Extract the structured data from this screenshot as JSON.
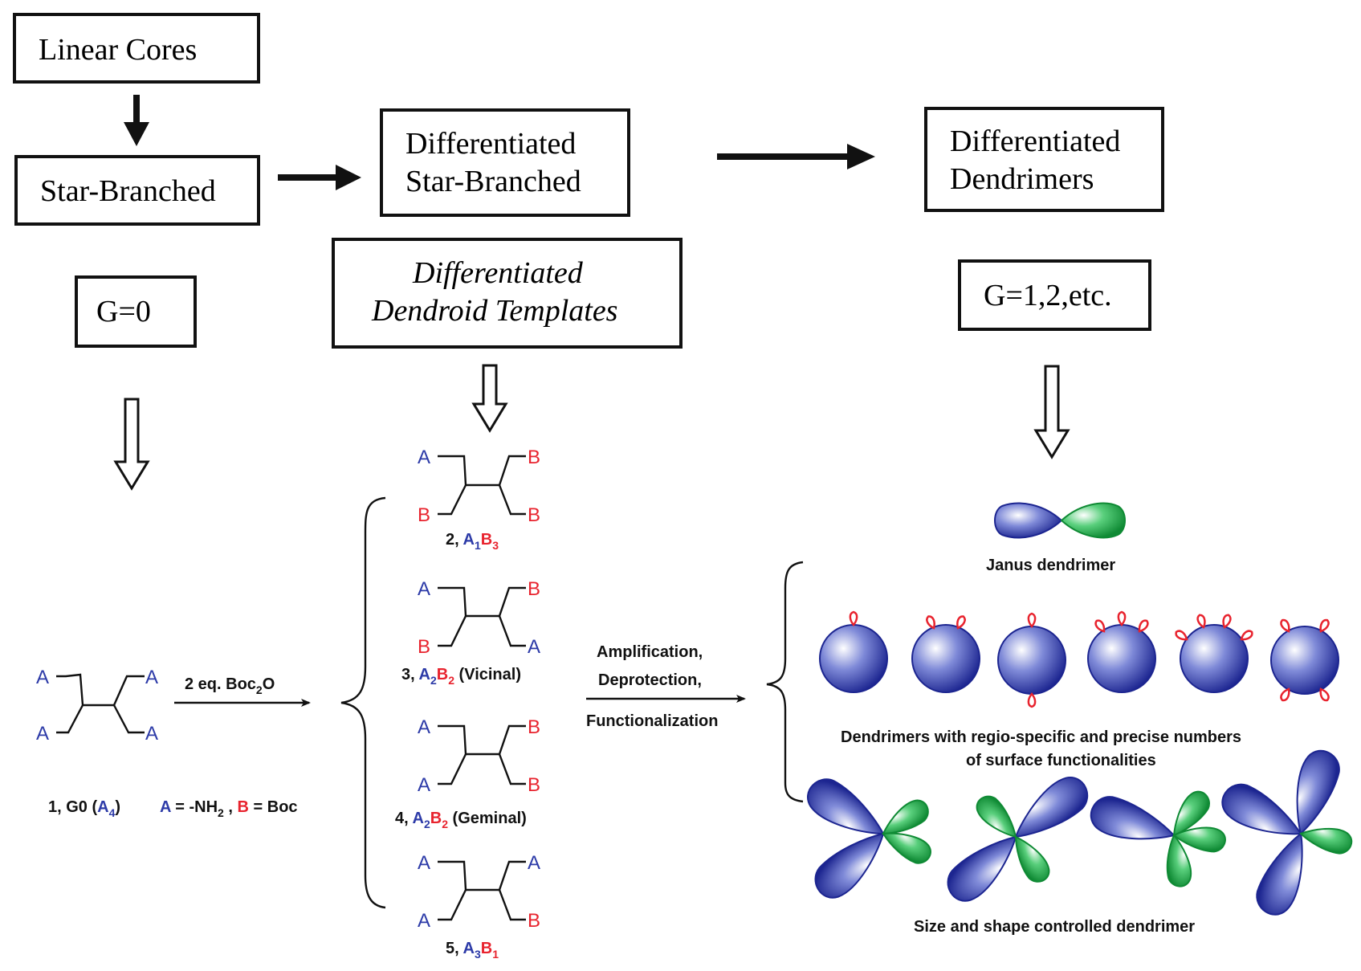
{
  "boxes": {
    "linear_cores": "Linear   Cores",
    "star_branched": "Star-Branched",
    "diff_star_l1": "Differentiated",
    "diff_star_l2": "Star-Branched",
    "diff_dend_l1": "Differentiated",
    "diff_dend_l2": "Dendrimers",
    "g0": "G=0",
    "templates_l1": "Differentiated",
    "templates_l2": "Dendroid Templates",
    "g_higher": "G=1,2,etc."
  },
  "atoms": {
    "a": "A",
    "b": "B"
  },
  "compound1": {
    "label_pre": "1, G0 (",
    "label_a": "A",
    "label_sub": "4",
    "label_post": ")",
    "legend_a": "A",
    "legend_eq1": " = -NH",
    "legend_sub": "2",
    "legend_comma": " , ",
    "legend_b": "B",
    "legend_eq2": " = Boc"
  },
  "reagent": {
    "text": "2 eq. Boc",
    "sub": "2",
    "post": "O"
  },
  "compounds": [
    {
      "num": "2, ",
      "a_sub": "1",
      "b_sub": "3",
      "note": ""
    },
    {
      "num": "3, ",
      "a_sub": "2",
      "b_sub": "2",
      "note": " (Vicinal)"
    },
    {
      "num": "4, ",
      "a_sub": "2",
      "b_sub": "2",
      "note": " (Geminal)"
    },
    {
      "num": "5, ",
      "a_sub": "3",
      "b_sub": "1",
      "note": ""
    }
  ],
  "process": {
    "line1": "Amplification,",
    "line2": "Deprotection,",
    "line3": "Functionalization"
  },
  "captions": {
    "janus": "Janus dendrimer",
    "regio_l1": "Dendrimers with regio-specific and precise numbers",
    "regio_l2": "of surface functionalities",
    "shape": "Size and shape controlled dendrimer"
  },
  "colors": {
    "a_atom": "#2d3ba8",
    "b_atom": "#e8232e",
    "dendrimer_blue": "#2a38a6",
    "dendrimer_green": "#1fa64a",
    "surface_red": "#e8232e"
  }
}
